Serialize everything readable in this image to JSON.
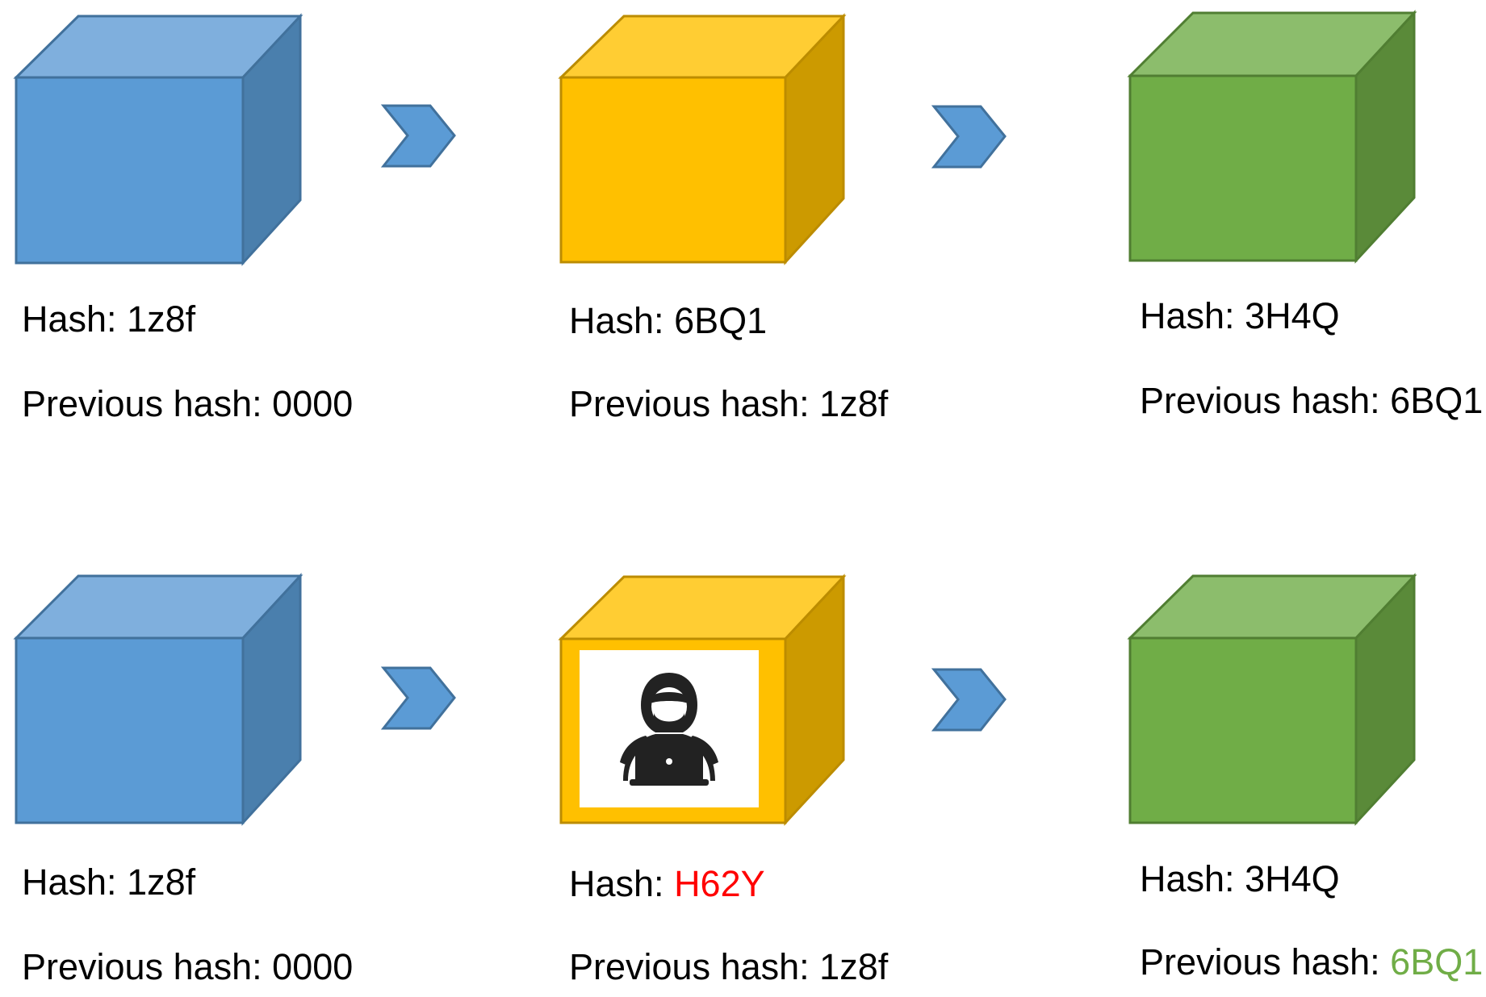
{
  "colors": {
    "blue": {
      "front": "#5b9bd5",
      "top": "#7fafdd",
      "side": "#4a7fad",
      "stroke": "#41719c"
    },
    "yellow": {
      "front": "#ffc000",
      "top": "#ffcd33",
      "side": "#cc9a00",
      "stroke": "#bc8c00"
    },
    "green": {
      "front": "#70ad47",
      "top": "#8cbd6c",
      "side": "#5a8a39",
      "stroke": "#507e32"
    },
    "arrow": "#5b9bd5",
    "tampered_text": "#ff0000",
    "valid_text": "#70ad47"
  },
  "hash_prefix": "Hash: ",
  "prev_prefix": "Previous hash: ",
  "chains": [
    {
      "blocks": [
        {
          "color": "blue",
          "hash": "1z8f",
          "previous_hash": "0000"
        },
        {
          "color": "yellow",
          "hash": "6BQ1",
          "previous_hash": "1z8f"
        },
        {
          "color": "green",
          "hash": "3H4Q",
          "previous_hash": "6BQ1"
        }
      ]
    },
    {
      "blocks": [
        {
          "color": "blue",
          "hash": "1z8f",
          "previous_hash": "0000"
        },
        {
          "color": "yellow",
          "hash": "H62Y",
          "hash_state": "tampered",
          "previous_hash": "1z8f",
          "icon": "hacker-icon"
        },
        {
          "color": "green",
          "hash": "3H4Q",
          "previous_hash": "6BQ1",
          "previous_hash_state": "valid"
        }
      ]
    }
  ]
}
